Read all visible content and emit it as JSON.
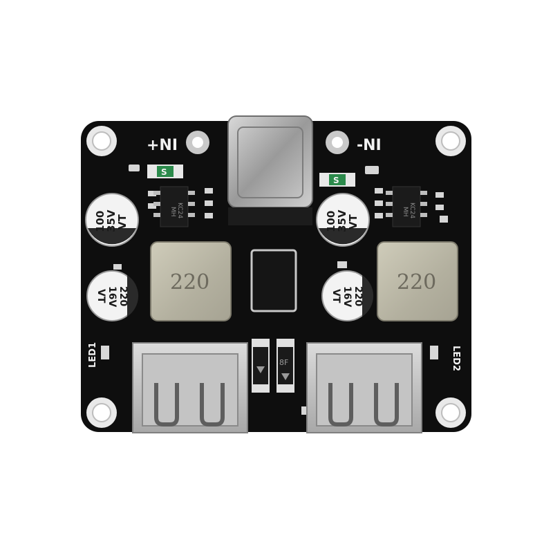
{
  "board": {
    "pcb_color": "#0e0e0e",
    "silkscreen_color": "#f2f2f2",
    "input_positive_label": "+NI",
    "input_negative_label": "-NI",
    "fuse_left_label": "S",
    "fuse_right_label": "S",
    "chip_left_marking": [
      "MH",
      "KC24"
    ],
    "chip_right_marking": [
      "MH",
      "KC24"
    ],
    "cap_large_left": [
      "100",
      "35V",
      "VT"
    ],
    "cap_large_right": [
      "100",
      "35V",
      "VT"
    ],
    "cap_small_left": [
      "220",
      "16V",
      "VT"
    ],
    "cap_small_right": [
      "220",
      "16V",
      "VT"
    ],
    "inductor_left_label": "220",
    "inductor_right_label": "220",
    "led_left_label": "LED1",
    "led_right_label": "LED2",
    "diode_right_label": "8F"
  }
}
